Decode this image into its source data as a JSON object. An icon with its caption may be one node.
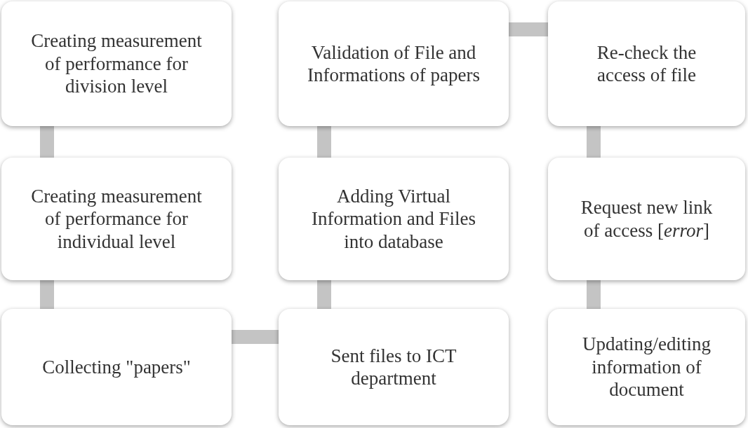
{
  "diagram": {
    "nodes": [
      {
        "text": [
          "Creating measurement of performance for division level"
        ]
      },
      {
        "text": [
          "Creating measurement of performance for individual level"
        ]
      },
      {
        "text": [
          "Collecting \"papers\""
        ]
      },
      {
        "text": [
          "Sent files to ICT department"
        ]
      },
      {
        "text": [
          "Adding Virtual Information and Files into database"
        ]
      },
      {
        "text": [
          "Validation of File and Informations of papers"
        ]
      },
      {
        "text": [
          "Re-check the access of file"
        ]
      },
      {
        "text": [
          "Request new link of access [*error*]"
        ]
      },
      {
        "text": [
          "Updating/editing information of document"
        ]
      }
    ],
    "edges": [
      {
        "from": 0,
        "to": 1,
        "arrow": "none"
      },
      {
        "from": 1,
        "to": 2,
        "arrow": "none"
      },
      {
        "from": 2,
        "to": 3,
        "arrow": "none"
      },
      {
        "from": 3,
        "to": 4,
        "arrow": "none"
      },
      {
        "from": 4,
        "to": 5,
        "arrow": "none"
      },
      {
        "from": 5,
        "to": 6,
        "arrow": "none"
      },
      {
        "from": 6,
        "to": 7,
        "arrow": "none"
      },
      {
        "from": 7,
        "to": 8,
        "arrow": "none"
      }
    ]
  }
}
